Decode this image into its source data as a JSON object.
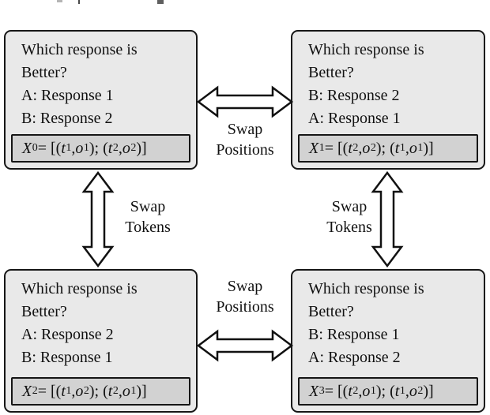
{
  "figure": {
    "type": "diagram",
    "description_colors": {
      "box_fill": "#e9e9e9",
      "formula_fill": "#d2d2d2",
      "border": "#161616",
      "arrow_fill": "#ffffff",
      "background": "#ffffff"
    },
    "boxes": [
      {
        "id": "X0",
        "lines": [
          "Which response is",
          "Better?",
          "A: Response 1",
          "B: Response 2"
        ],
        "formula": "X_0 = [(t_1, o_1); (t_2, o_2)]"
      },
      {
        "id": "X1",
        "lines": [
          "Which response is",
          "Better?",
          "B: Response 2",
          "A: Response 1"
        ],
        "formula": "X_1 = [(t_2, o_2); (t_1, o_1)]"
      },
      {
        "id": "X2",
        "lines": [
          "Which response is",
          "Better?",
          "A: Response 2",
          "B: Response 1"
        ],
        "formula": "X_2 = [(t_1, o_2); (t_2, o_1)]"
      },
      {
        "id": "X3",
        "lines": [
          "Which response is",
          "Better?",
          "B: Response 1",
          "A: Response 2"
        ],
        "formula": "X_3 = [(t_2, o_1); (t_1, o_2)]"
      }
    ],
    "arrow_labels": {
      "swap_positions_top": [
        "Swap",
        "Positions"
      ],
      "swap_positions_bottom": [
        "Swap",
        "Positions"
      ],
      "swap_tokens_left": [
        "Swap",
        "Tokens"
      ],
      "swap_tokens_right": [
        "Swap",
        "Tokens"
      ]
    }
  }
}
